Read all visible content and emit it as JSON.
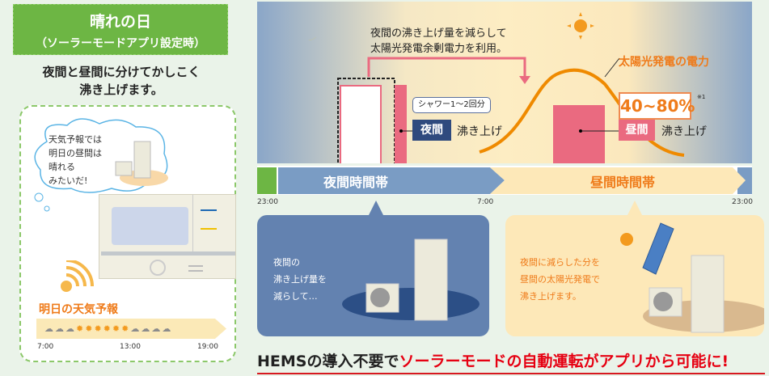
{
  "header": {
    "title": "晴れの日",
    "subtitle": "（ソーラーモードアプリ設定時）",
    "lead_line1": "夜間と昼間に分けてかしこく",
    "lead_line2": "沸き上げます。"
  },
  "left_panel": {
    "thought_lines": [
      "天気予報では",
      "明日の昼間は",
      "晴れる",
      "みたいだ!"
    ],
    "forecast_label": "明日の天気予報",
    "forecast_icons": [
      "cloud",
      "cloud",
      "cloud",
      "sun",
      "sun",
      "sun",
      "sun",
      "sun",
      "sun",
      "cloud",
      "cloud",
      "cloud",
      "cloud"
    ],
    "forecast_times": [
      "7:00",
      "13:00",
      "19:00"
    ]
  },
  "diagram": {
    "note_line1": "夜間の沸き上げ量を減らして",
    "note_line2": "太陽光発電余剰電力を利用。",
    "solar_power_label": "太陽光発電の電力",
    "shower_callout": "シャワー1〜2回分",
    "night_tag": "夜間",
    "night_heat": "沸き上げ",
    "day_tag": "昼間",
    "day_heat": "沸き上げ",
    "percent": "40~80%",
    "footnote": "※1",
    "timeline": {
      "night_label": "夜間時間帯",
      "day_label": "昼間時間帯",
      "times": [
        "23:00",
        "7:00",
        "23:00"
      ]
    }
  },
  "night_panel": {
    "lines": [
      "夜間の",
      "沸き上げ量を",
      "減らして…"
    ]
  },
  "day_panel": {
    "lines": [
      "夜間に減らした分を",
      "昼間の太陽光発電で",
      "沸き上げます。"
    ]
  },
  "headline": {
    "part1": "HEMSの導入不要で",
    "part2": "ソーラーモードの自動運転がアプリから可能に!"
  },
  "colors": {
    "green": "#6db644",
    "pink": "#ea6a80",
    "navy": "#2f4a7e",
    "orange": "#ef7b1a",
    "night_blue": "#6382b0",
    "cream": "#fde8b8",
    "red": "#e60012"
  }
}
